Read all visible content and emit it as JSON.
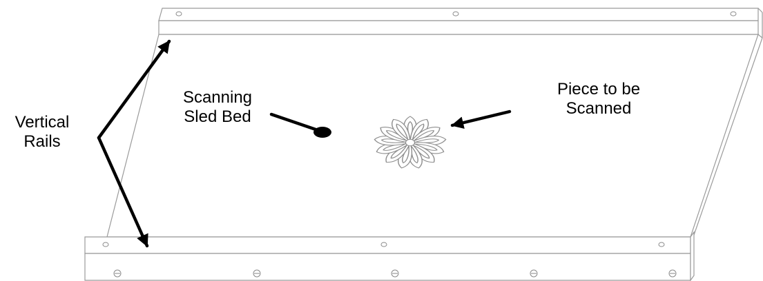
{
  "labels": {
    "vertical_rails": [
      "Vertical",
      "Rails"
    ],
    "sled_bed": [
      "Scanning",
      "Sled Bed"
    ],
    "piece": [
      "Piece to be",
      "Scanned"
    ]
  },
  "colors": {
    "line": "#9a9a9a",
    "arrow": "#000000",
    "background": "#ffffff"
  }
}
